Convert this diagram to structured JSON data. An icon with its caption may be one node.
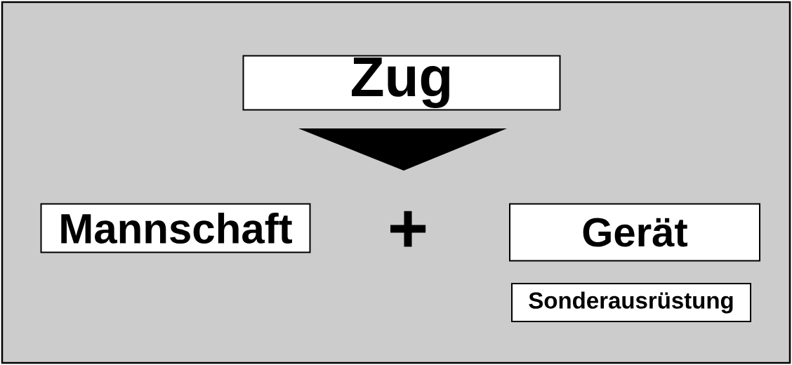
{
  "diagram": {
    "nodes": [
      {
        "text": [
          "Zug"
        ]
      },
      {
        "text": [
          "Mannschaft"
        ]
      },
      {
        "text": [
          "Gerät"
        ]
      },
      {
        "text": [
          "Sonderausrüstung"
        ]
      }
    ],
    "labels": [
      "+"
    ]
  }
}
